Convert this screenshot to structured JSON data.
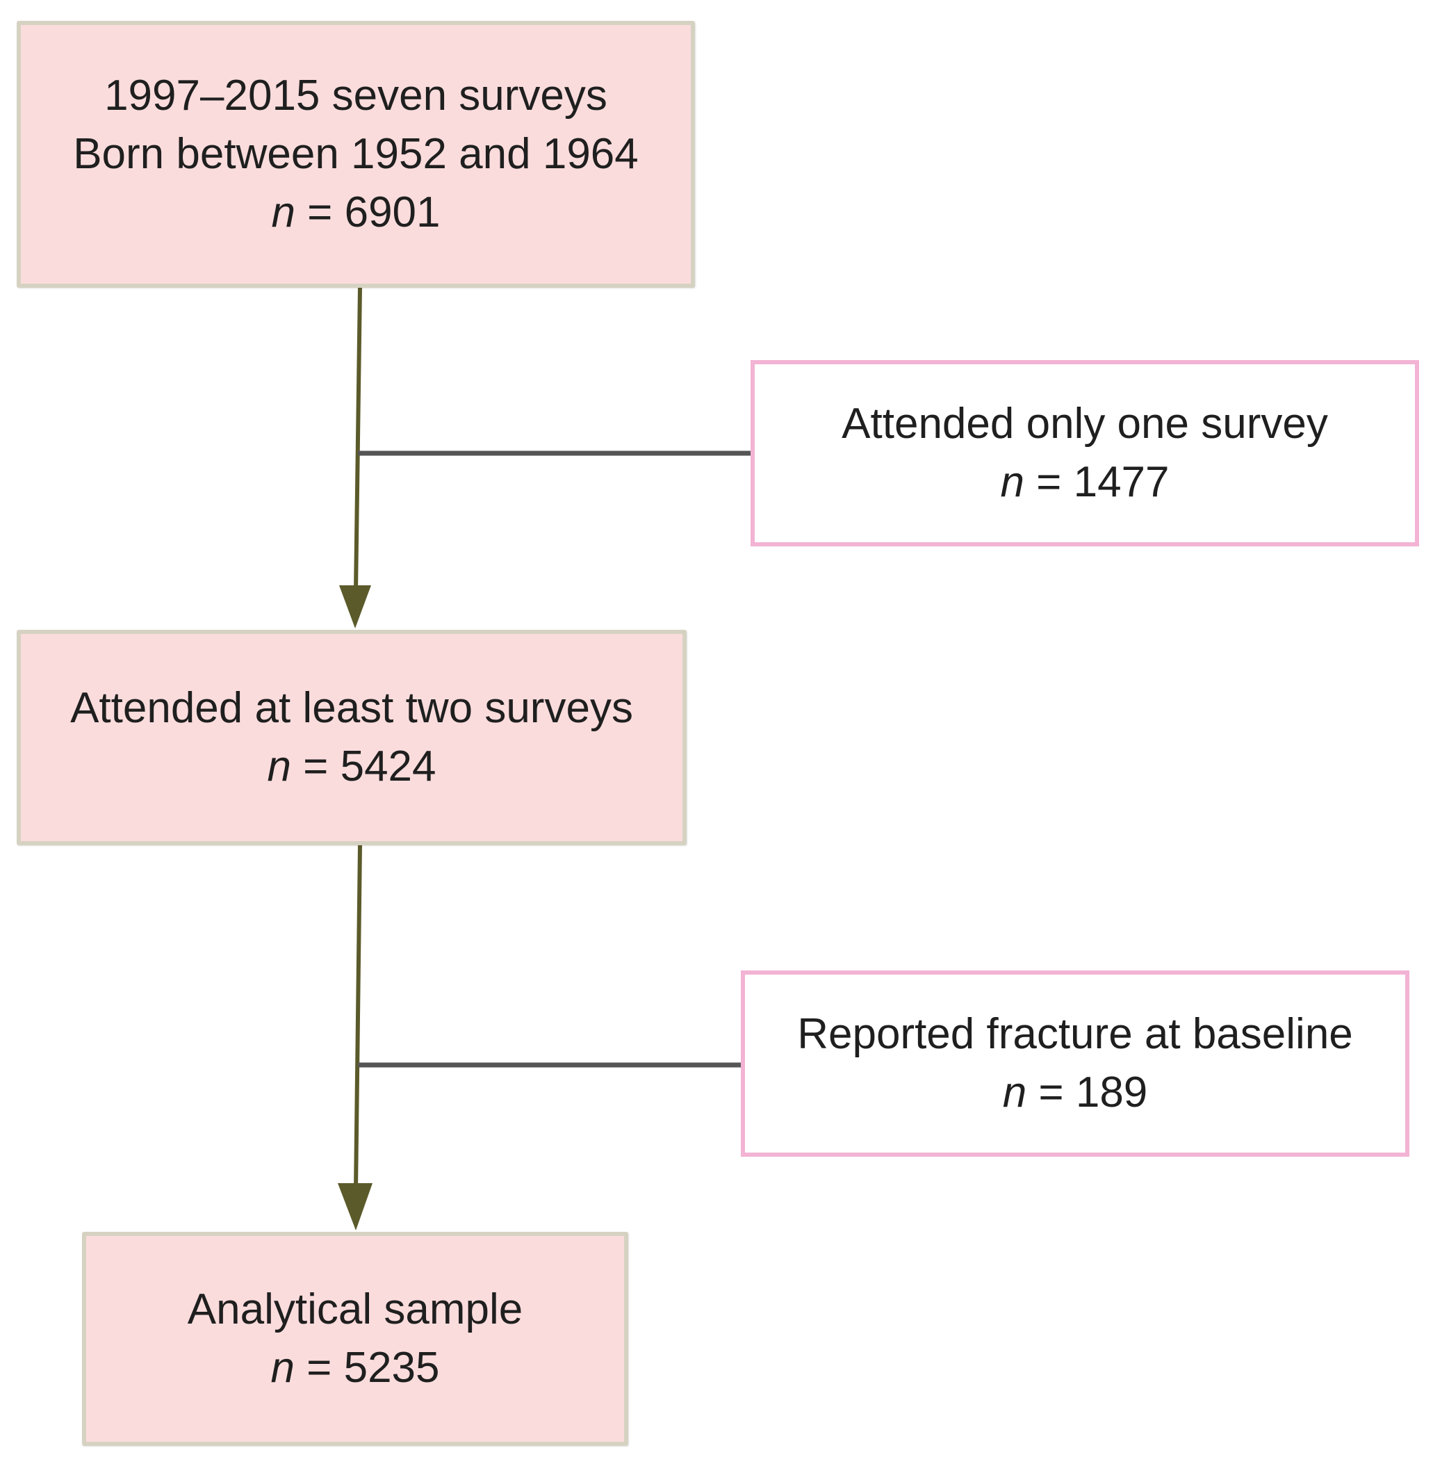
{
  "colors": {
    "main_box_fill": "#fbdcdc",
    "main_box_border": "#d6d2c2",
    "exclusion_box_border": "#f2b3d4",
    "arrow_color": "#5b5a2a",
    "branch_line_color": "#555555",
    "text_color": "#1f1f1f"
  },
  "flow": {
    "start": {
      "line1": "1997–2015 seven surveys",
      "line2": "Born between 1952 and 1964",
      "n_symbol": "n",
      "n_value": " = 6901"
    },
    "exclusion_1": {
      "label": "Attended only one survey",
      "n_symbol": "n",
      "n_value": " = 1477"
    },
    "middle": {
      "label": "Attended at least two surveys",
      "n_symbol": "n",
      "n_value": " = 5424"
    },
    "exclusion_2": {
      "label": "Reported fracture at baseline",
      "n_symbol": "n",
      "n_value": " = 189"
    },
    "final": {
      "label": "Analytical sample",
      "n_symbol": "n",
      "n_value": " = 5235"
    }
  }
}
